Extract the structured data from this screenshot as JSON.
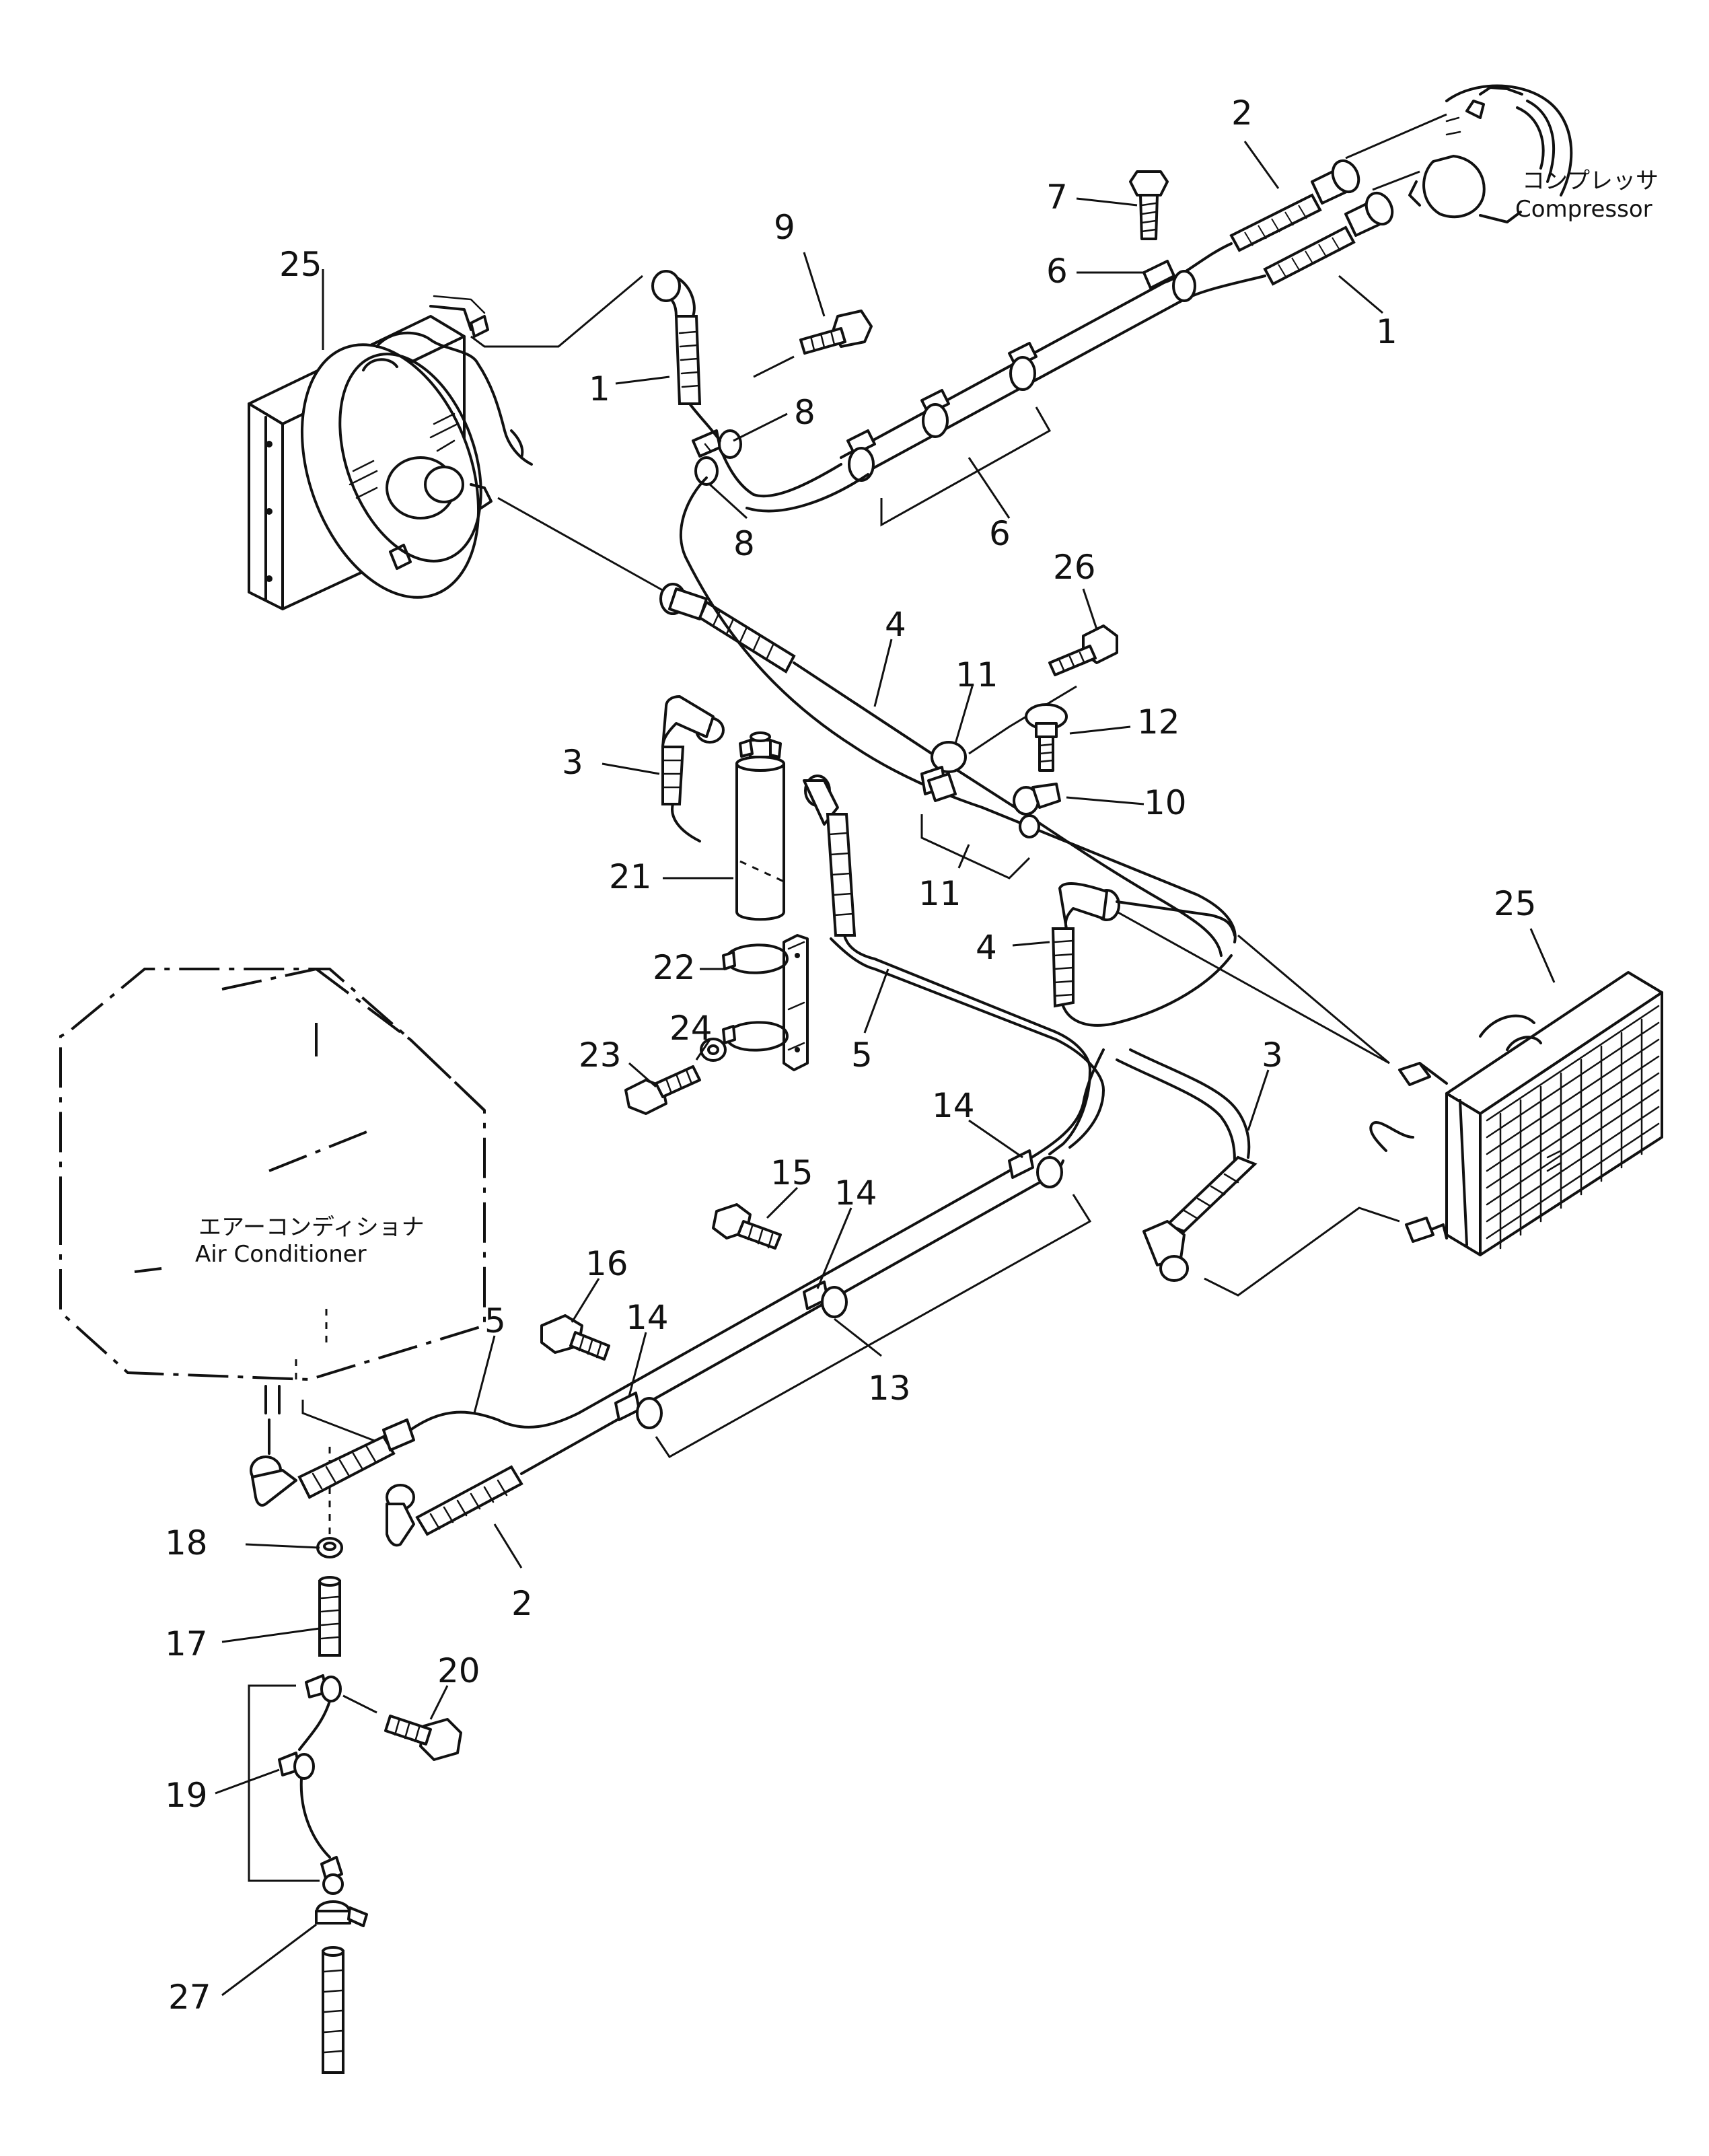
{
  "labels": {
    "compressor_jp": "コンプレッサ",
    "compressor_en": "Compressor",
    "air_conditioner_jp": "エアーコンディショナ",
    "air_conditioner_en": "Air Conditioner"
  },
  "callouts": [
    {
      "id": "c-2-top",
      "text": "2"
    },
    {
      "id": "c-7",
      "text": "7"
    },
    {
      "id": "c-25-left",
      "text": "25"
    },
    {
      "id": "c-9",
      "text": "9"
    },
    {
      "id": "c-6-top",
      "text": "6"
    },
    {
      "id": "c-1-right",
      "text": "1"
    },
    {
      "id": "c-1-left",
      "text": "1"
    },
    {
      "id": "c-8-upper",
      "text": "8"
    },
    {
      "id": "c-8-lower",
      "text": "8"
    },
    {
      "id": "c-6-lower",
      "text": "6"
    },
    {
      "id": "c-26",
      "text": "26"
    },
    {
      "id": "c-4-upper",
      "text": "4"
    },
    {
      "id": "c-11-upper",
      "text": "11"
    },
    {
      "id": "c-12",
      "text": "12"
    },
    {
      "id": "c-3-left",
      "text": "3"
    },
    {
      "id": "c-10",
      "text": "10"
    },
    {
      "id": "c-21",
      "text": "21"
    },
    {
      "id": "c-11-lower",
      "text": "11"
    },
    {
      "id": "c-25-right",
      "text": "25"
    },
    {
      "id": "c-4-lower",
      "text": "4"
    },
    {
      "id": "c-22",
      "text": "22"
    },
    {
      "id": "c-24",
      "text": "24"
    },
    {
      "id": "c-23",
      "text": "23"
    },
    {
      "id": "c-5-upper",
      "text": "5"
    },
    {
      "id": "c-3-right",
      "text": "3"
    },
    {
      "id": "c-14-upper",
      "text": "14"
    },
    {
      "id": "c-15",
      "text": "15"
    },
    {
      "id": "c-14-mid",
      "text": "14"
    },
    {
      "id": "c-16",
      "text": "16"
    },
    {
      "id": "c-5-lower",
      "text": "5"
    },
    {
      "id": "c-14-lower",
      "text": "14"
    },
    {
      "id": "c-13",
      "text": "13"
    },
    {
      "id": "c-18",
      "text": "18"
    },
    {
      "id": "c-2-bottom",
      "text": "2"
    },
    {
      "id": "c-17",
      "text": "17"
    },
    {
      "id": "c-20",
      "text": "20"
    },
    {
      "id": "c-19",
      "text": "19"
    },
    {
      "id": "c-27",
      "text": "27"
    }
  ]
}
